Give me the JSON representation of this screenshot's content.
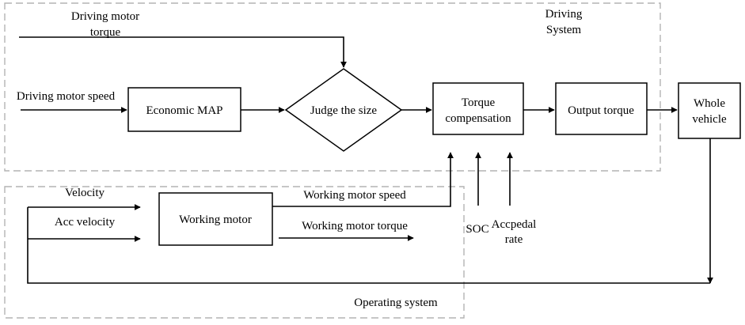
{
  "regions": {
    "driving_system_line1": "Driving",
    "driving_system_line2": "System",
    "operating_system": "Operating system"
  },
  "nodes": {
    "economic_map": "Economic MAP",
    "judge_size": "Judge the size",
    "torque_compensation_line1": "Torque",
    "torque_compensation_line2": "compensation",
    "output_torque": "Output torque",
    "whole_vehicle_line1": "Whole",
    "whole_vehicle_line2": "vehicle",
    "working_motor": "Working motor"
  },
  "signals": {
    "driving_motor_torque_line1": "Driving motor",
    "driving_motor_torque_line2": "torque",
    "driving_motor_speed": "Driving motor speed",
    "velocity": "Velocity",
    "acc_velocity": "Acc velocity",
    "working_motor_speed": "Working motor speed",
    "working_motor_torque": "Working motor torque",
    "soc": "SOC",
    "accpedal_line1": "Accpedal",
    "accpedal_line2": "rate"
  }
}
